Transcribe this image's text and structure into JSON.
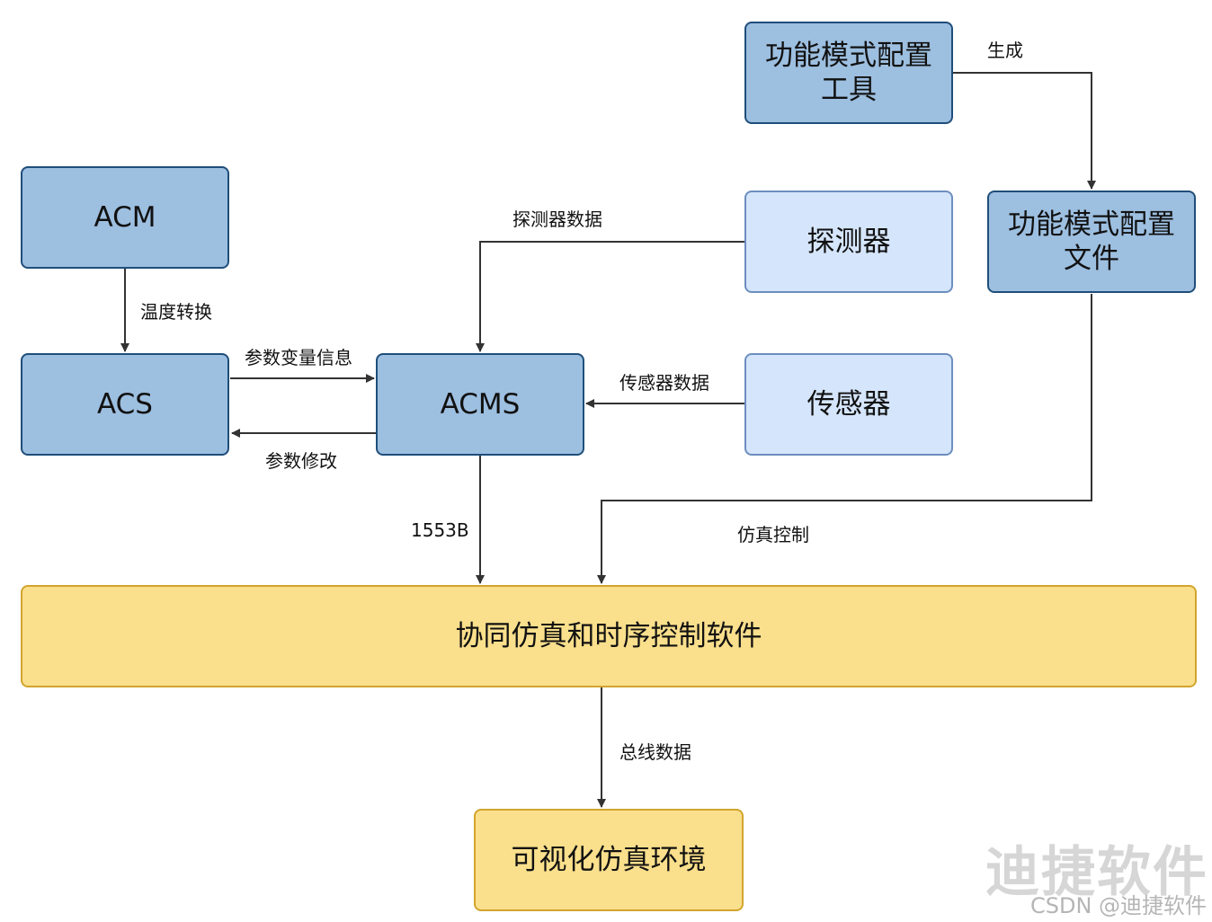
{
  "nodes": {
    "tool": "功能模式配置\n工具",
    "acm": "ACM",
    "detector": "探测器",
    "config_file": "功能模式配置\n文件",
    "acs": "ACS",
    "acms": "ACMS",
    "sensor": "传感器",
    "cosim": "协同仿真和时序控制软件",
    "visual": "可视化仿真环境"
  },
  "edges": {
    "generate": "生成",
    "detector_data": "探测器数据",
    "temp_convert": "温度转换",
    "param_var_info": "参数变量信息",
    "sensor_data": "传感器数据",
    "param_modify": "参数修改",
    "bus_1553b": "1553B",
    "sim_control": "仿真控制",
    "bus_data": "总线数据"
  },
  "watermark": {
    "logo": "迪捷软件",
    "credit": "CSDN @迪捷软件"
  },
  "colors": {
    "blue_fill": "#9dbfe0",
    "light_fill": "#d5e5fb",
    "yellow_fill": "#fadf8c",
    "line": "#333333"
  }
}
